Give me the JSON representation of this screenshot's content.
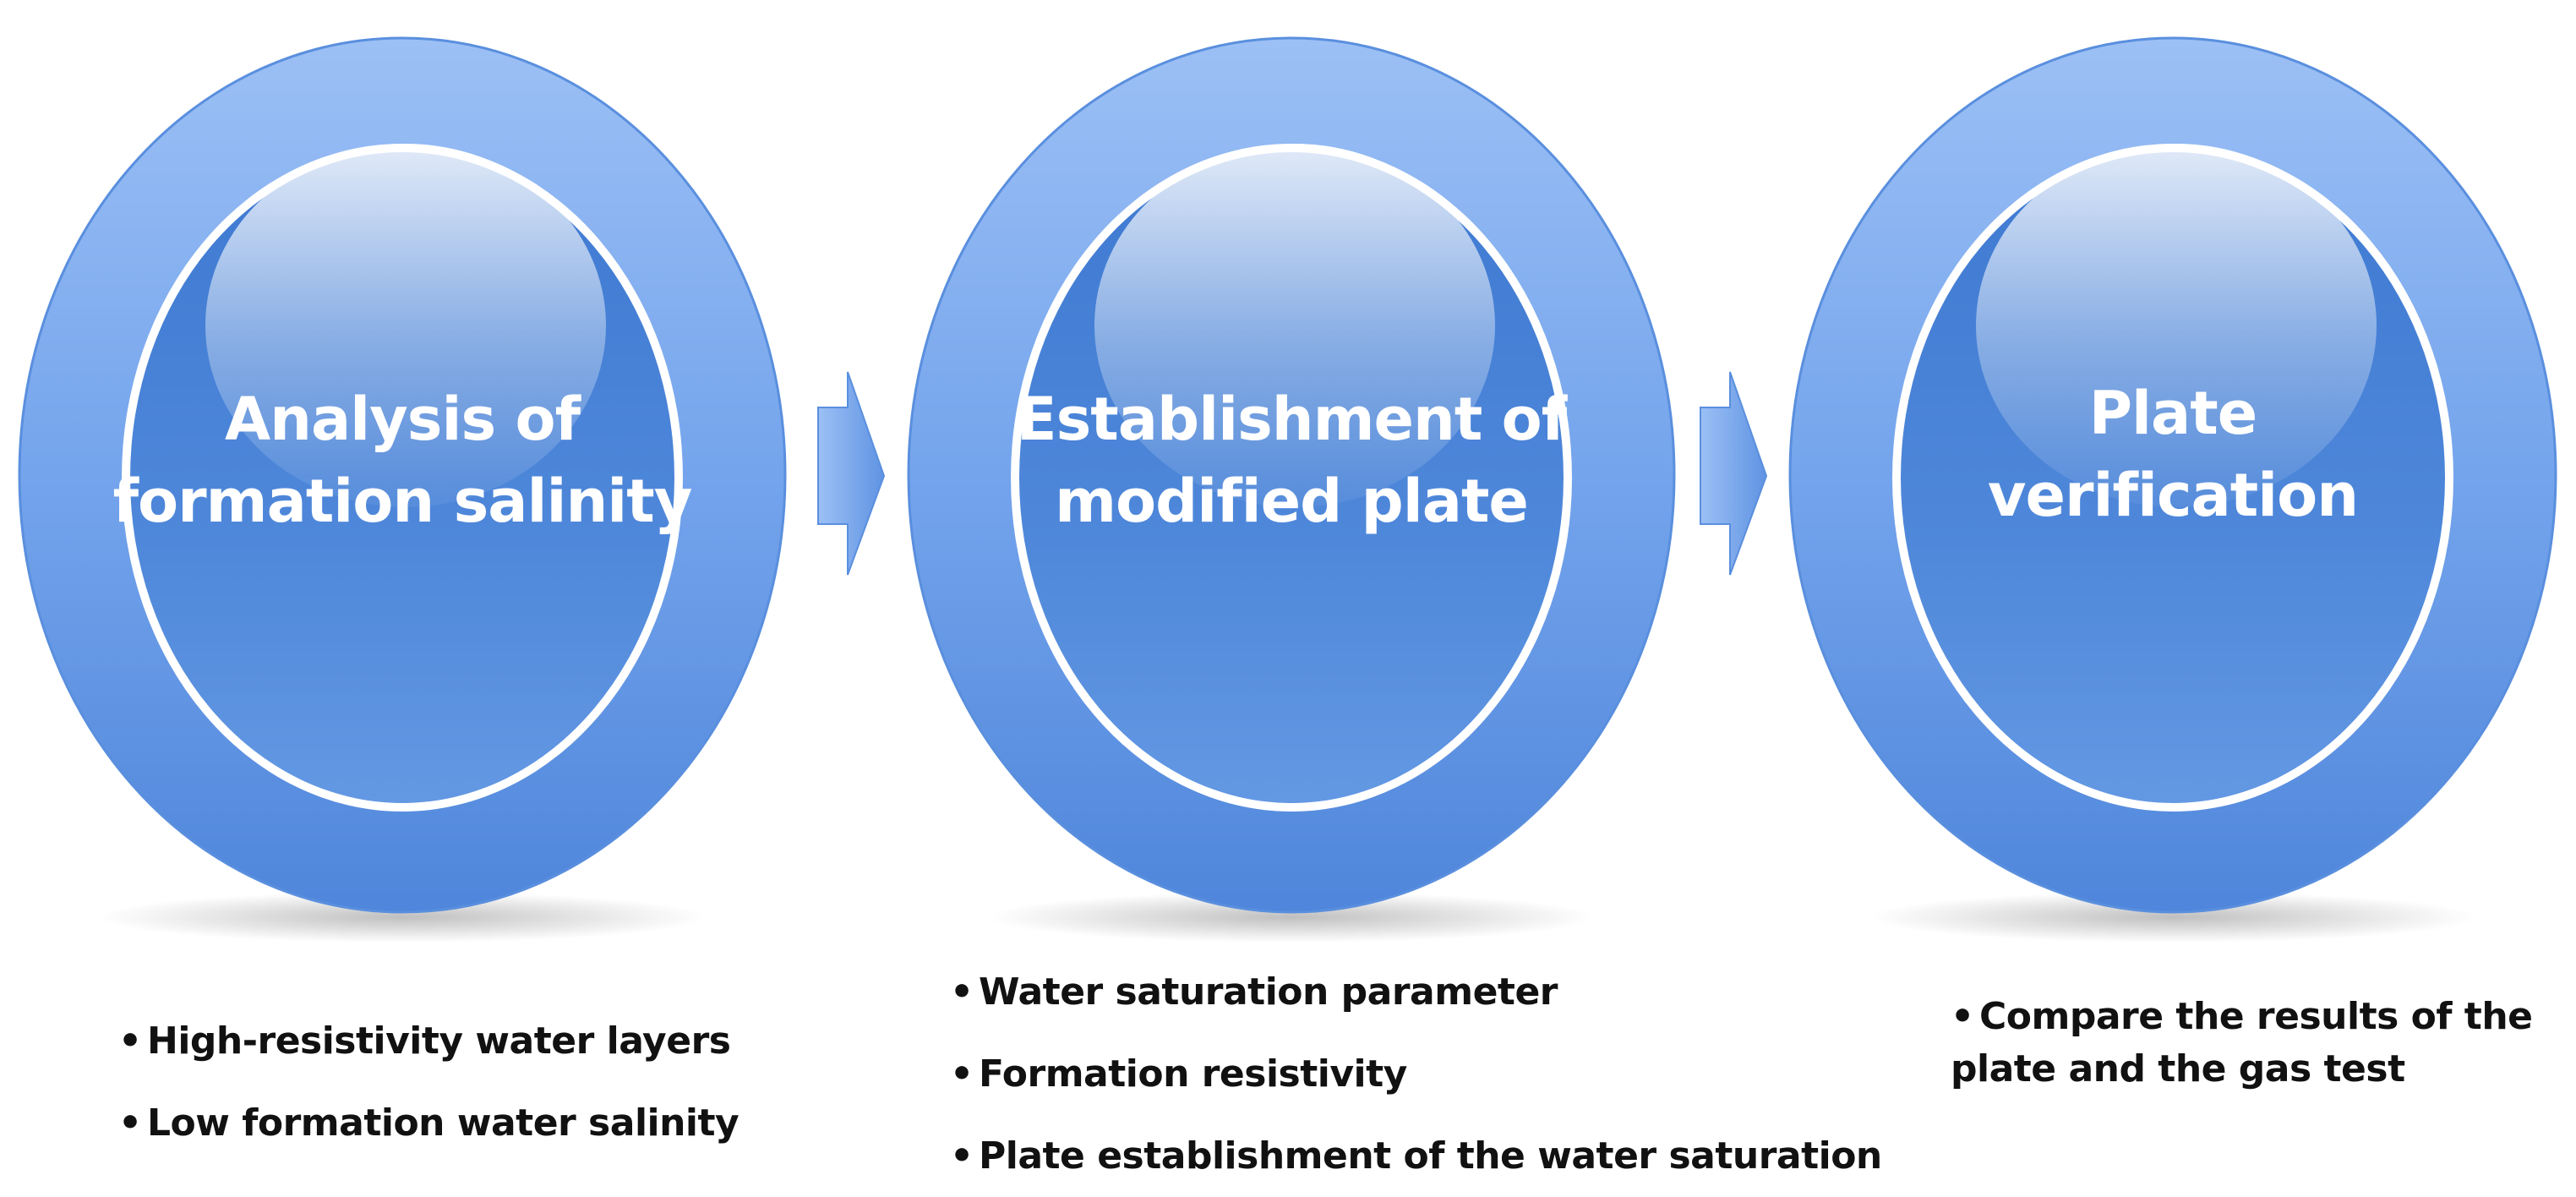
{
  "steps": [
    {
      "title_lines": [
        "Analysis of",
        "formation salinity"
      ],
      "bullets": [
        "High-resistivity water layers",
        "Low formation water salinity"
      ]
    },
    {
      "title_lines": [
        "Establishment of",
        "modified plate"
      ],
      "bullets": [
        "Water saturation parameter",
        "Formation resistivity",
        "Plate establishment of the water saturation"
      ]
    },
    {
      "title_lines": [
        "Plate",
        "verification"
      ],
      "bullets": [
        "Compare the results of the plate and the gas test"
      ]
    }
  ],
  "colors": {
    "outer_ring": "#6fa0ea",
    "inner_disc": "#4d86d9",
    "arrow": "#6fa0ea",
    "text": "#111111"
  }
}
